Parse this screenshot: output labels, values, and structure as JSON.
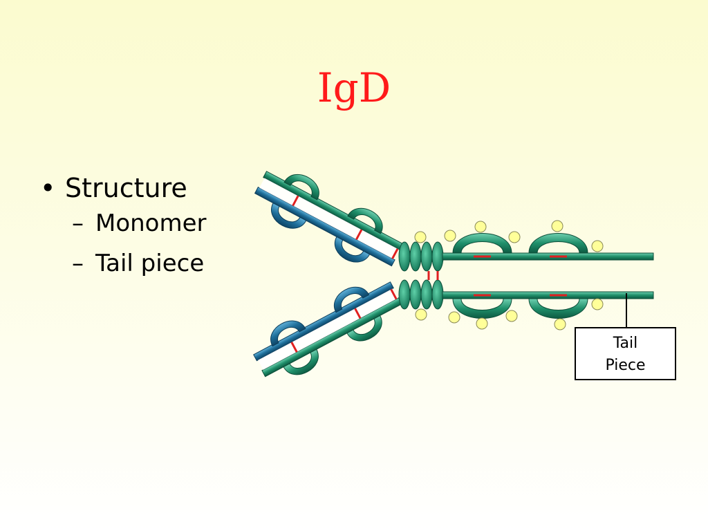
{
  "slide": {
    "title": "IgD",
    "bullets": [
      {
        "text": "Structure",
        "children": [
          {
            "text": "Monomer"
          },
          {
            "text": "Tail piece"
          }
        ]
      }
    ],
    "callout": {
      "line1": "Tail",
      "line2": "Piece"
    }
  },
  "colors": {
    "title": "#ff1a1a",
    "heavy_chain": "#1f8f6a",
    "light_chain": "#1f6f9a",
    "disulfide": "#e02020",
    "carbohydrate": "#ffff99"
  }
}
